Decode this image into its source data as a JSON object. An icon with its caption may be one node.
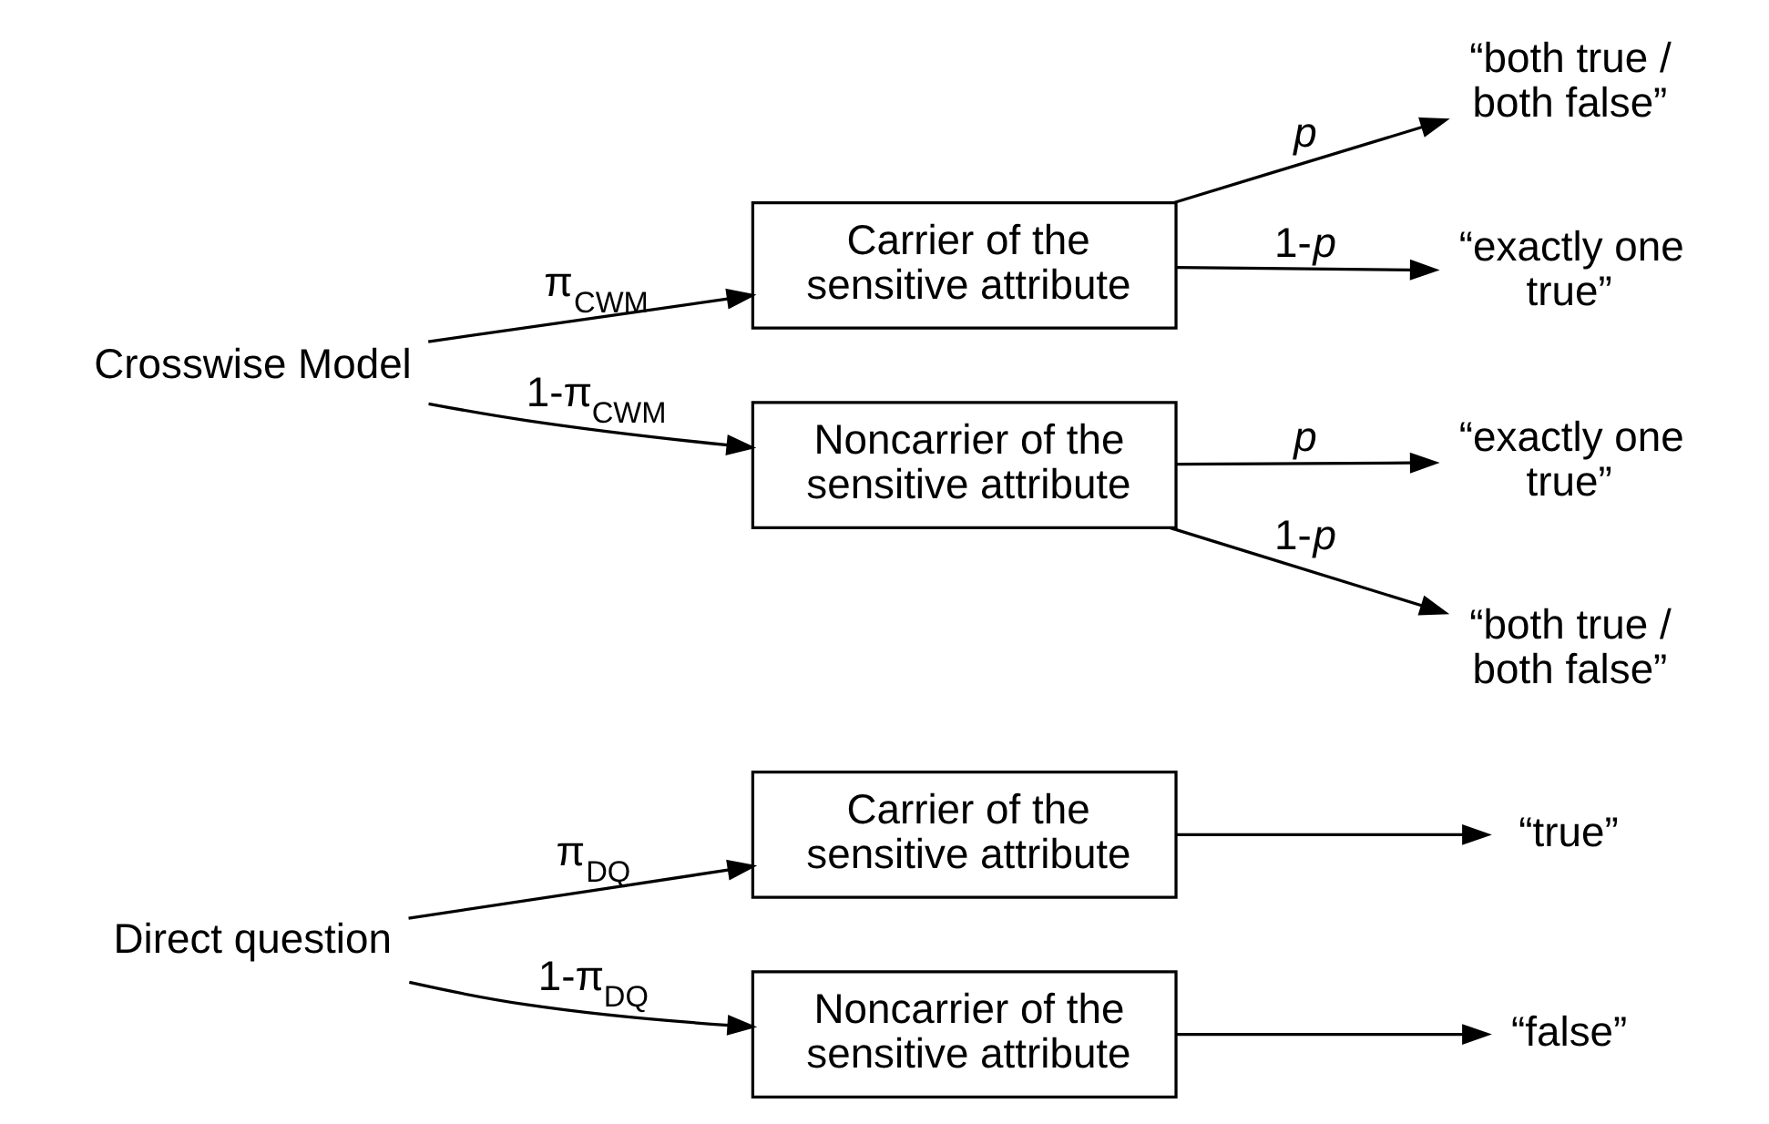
{
  "diagram": {
    "nodes": [
      {
        "text": [
          "Direct question"
        ]
      },
      {
        "text": [
          "Carrier of the sensitive attribute"
        ]
      },
      {
        "text": [
          "Noncarrier of the sensitive attribute"
        ]
      },
      {
        "text": [
          "“true”"
        ]
      },
      {
        "text": [
          "“false”"
        ]
      },
      {
        "text": [
          "Crosswise Model"
        ]
      },
      {
        "text": [
          "Carrier of the sensitive attribute"
        ]
      },
      {
        "text": [
          "Noncarrier of the sensitive attribute"
        ]
      },
      {
        "text": [
          "“both true / both false”"
        ]
      },
      {
        "text": [
          "“exactly one true”"
        ]
      },
      {
        "text": [
          "“exactly one true”"
        ]
      },
      {
        "text": [
          "“both true / both false”"
        ]
      }
    ],
    "edges": [
      {
        "from": 0,
        "to": 1,
        "arrow": "to",
        "label": "π$_{DQ}$"
      },
      {
        "from": 0,
        "to": 2,
        "arrow": "to",
        "label": "1-π$_{DQ}$"
      },
      {
        "from": 1,
        "to": 3,
        "arrow": "to"
      },
      {
        "from": 2,
        "to": 4,
        "arrow": "to"
      },
      {
        "from": 5,
        "to": 6,
        "arrow": "to",
        "label": "π$_{CWM}$"
      },
      {
        "from": 5,
        "to": 7,
        "arrow": "to",
        "label": "1-π$_{CWM}$"
      },
      {
        "from": 6,
        "to": 8,
        "arrow": "to",
        "label": "*p*"
      },
      {
        "from": 6,
        "to": 9,
        "arrow": "to",
        "label": "1-*p*"
      },
      {
        "from": 7,
        "to": 10,
        "arrow": "to",
        "label": "*p*"
      },
      {
        "from": 7,
        "to": 11,
        "arrow": "to",
        "label": "1-*p*"
      }
    ]
  }
}
